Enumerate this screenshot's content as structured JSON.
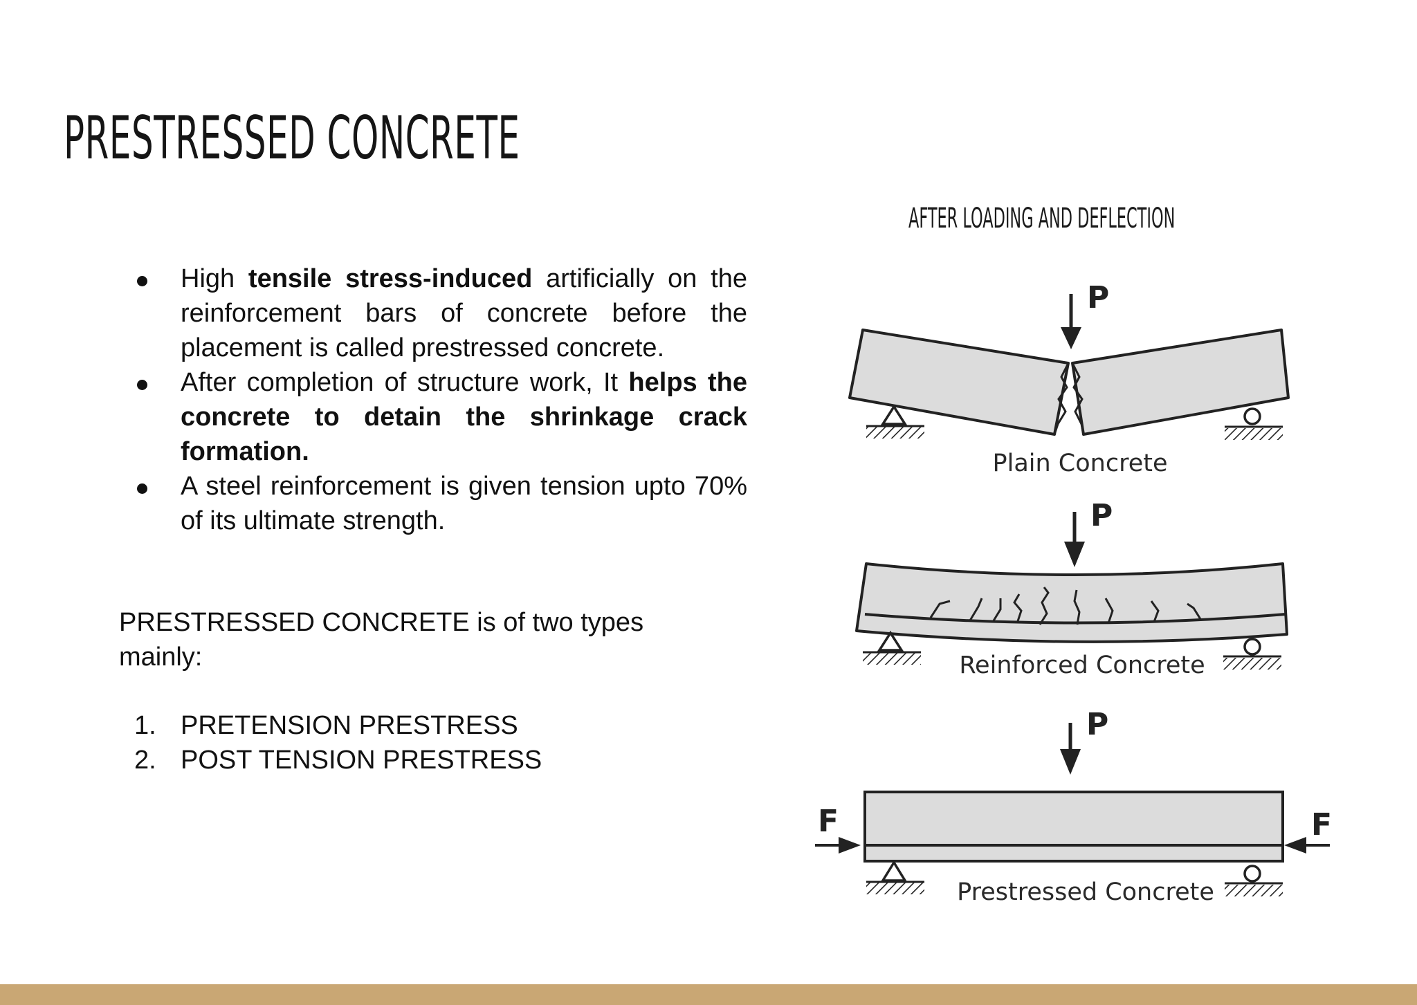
{
  "slide": {
    "title": "PRESTRESSED CONCRETE",
    "figure_caption": "AFTER LOADING  AND DEFLECTION"
  },
  "bullets": [
    {
      "parts": [
        {
          "text": "High ",
          "bold": false
        },
        {
          "text": "tensile stress-induced",
          "bold": true
        },
        {
          "text": " artificially on the reinforcement bars of concrete before the placement is called prestressed concrete.",
          "bold": false
        }
      ]
    },
    {
      "parts": [
        {
          "text": " After completion of structure work, It ",
          "bold": false
        },
        {
          "text": "helps the concrete to detain the shrinkage crack formation.",
          "bold": true
        }
      ]
    },
    {
      "parts": [
        {
          "text": "A steel reinforcement is given tension upto 70% of its ultimate strength.",
          "bold": false
        }
      ]
    }
  ],
  "types": {
    "intro": "PRESTRESSED CONCRETE is of two types mainly:",
    "items": [
      {
        "number": "1.",
        "label": "PRETENSION PRESTRESS"
      },
      {
        "number": "2.",
        "label": "POST TENSION PRESTRESS"
      }
    ]
  },
  "figure": {
    "load_label": "P",
    "force_label": "F",
    "panels": [
      {
        "label": "Plain Concrete"
      },
      {
        "label": "Reinforced Concrete"
      },
      {
        "label": "Prestressed Concrete"
      }
    ]
  },
  "theme": {
    "footer_color": "#c9a774",
    "beam_fill": "#dcdcdc",
    "outline_color": "#222222"
  }
}
